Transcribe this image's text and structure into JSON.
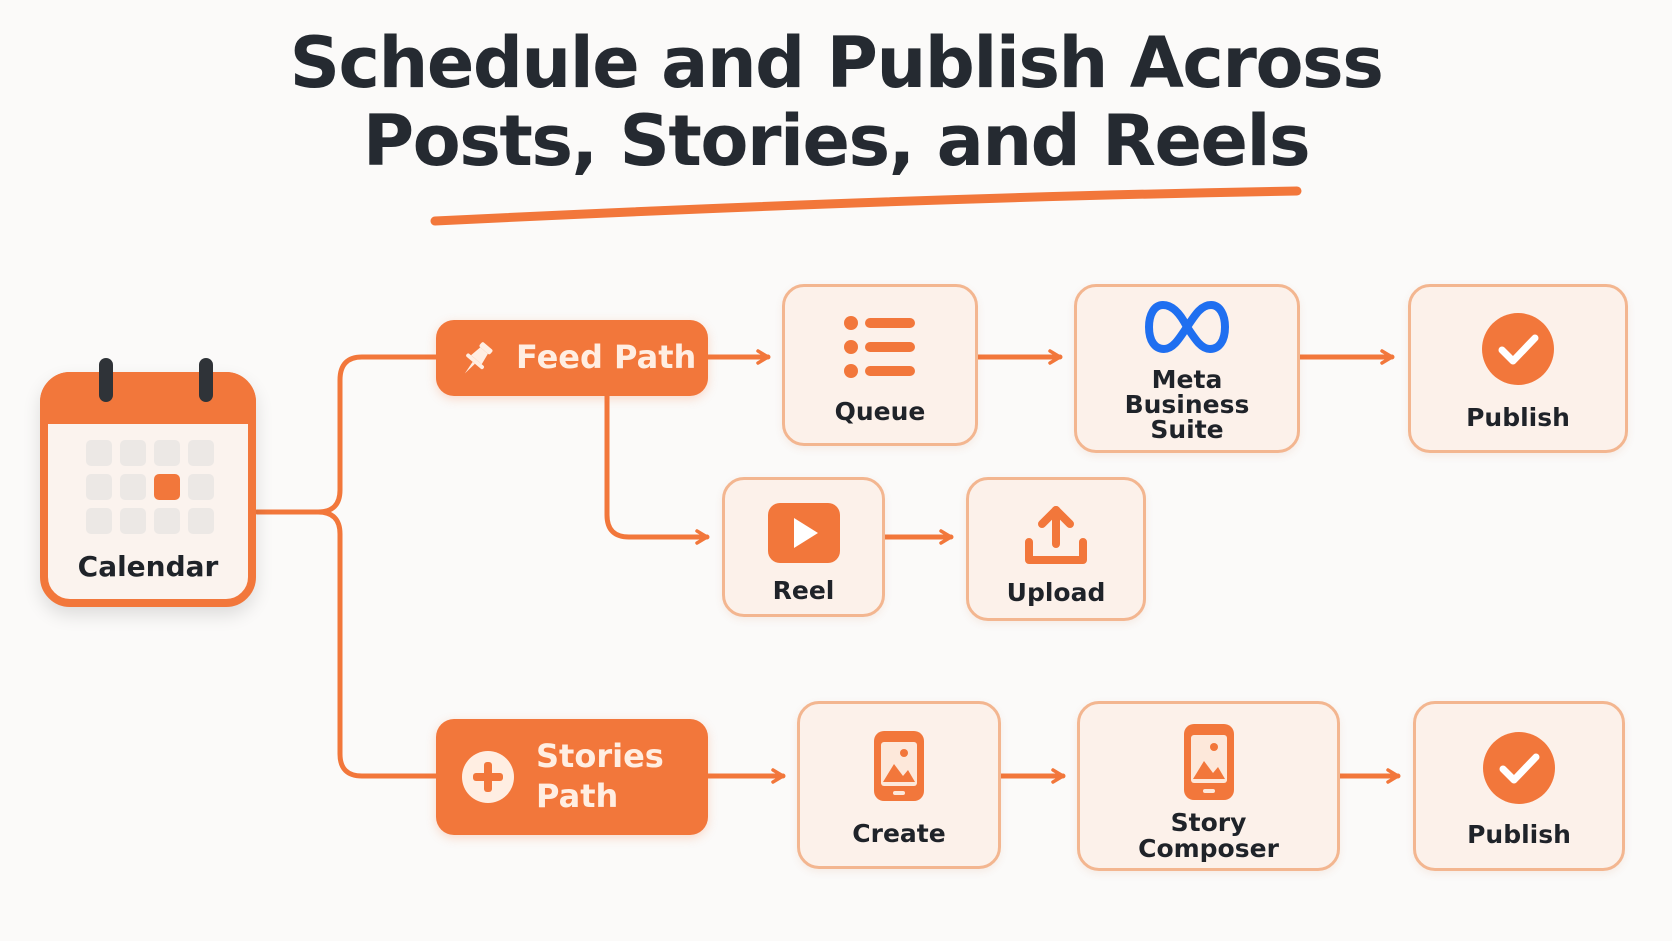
{
  "title": {
    "line1": "Schedule and Publish Across",
    "line2": "Posts,  Stories, and Reels"
  },
  "calendar": {
    "label": "Calendar",
    "icon": "calendar-icon"
  },
  "feed_path": {
    "label": "Feed Path",
    "icon": "pin-icon"
  },
  "stories_path": {
    "label_line1": "Stories",
    "label_line2": "Path",
    "icon": "plus-circle-icon"
  },
  "feed_steps": {
    "queue": {
      "label": "Queue",
      "icon": "list-icon"
    },
    "meta": {
      "label_line1": "Meta",
      "label_line2": "Business",
      "label_line3": "Suite",
      "icon": "meta-logo-icon"
    },
    "publish": {
      "label": "Publish",
      "icon": "check-circle-icon"
    }
  },
  "reel_steps": {
    "reel": {
      "label": "Reel",
      "icon": "play-icon"
    },
    "upload": {
      "label": "Upload",
      "icon": "upload-icon"
    }
  },
  "stories_steps": {
    "create": {
      "label": "Create",
      "icon": "phone-image-icon"
    },
    "composer": {
      "label_line1": "Story",
      "label_line2": "Composer",
      "icon": "phone-image-icon"
    },
    "publish": {
      "label": "Publish",
      "icon": "check-circle-icon"
    }
  },
  "colors": {
    "accent": "#f2773b",
    "card_fill": "#fcf1ea",
    "card_border": "#f3b690",
    "meta_blue": "#1f6ff0",
    "text_dark": "#1f2329"
  }
}
